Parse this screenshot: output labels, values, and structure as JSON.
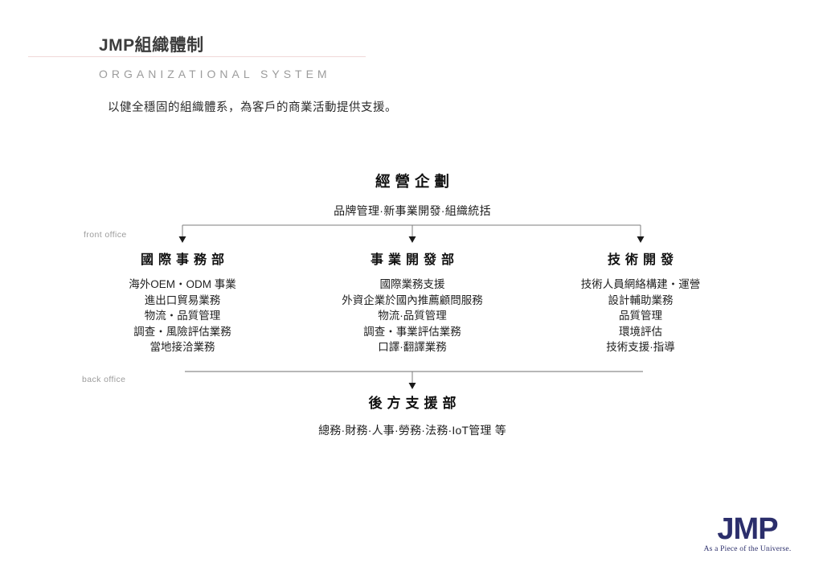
{
  "page": {
    "title": "JMP組織體制",
    "subtitle": "ORGANIZATIONAL SYSTEM",
    "description": "以健全穩固的組織體系，為客戶的商業活動提供支援。"
  },
  "org": {
    "root": {
      "title": "經營企劃",
      "subtitle": "品牌管理·新事業開發·組織統括"
    },
    "front_office_label": "front office",
    "back_office_label": "back office",
    "departments": [
      {
        "title": "國際事務部",
        "items": [
          "海外OEM・ODM 事業",
          "進出口貿易業務",
          "物流・品質管理",
          "調查・風險評估業務",
          "當地接洽業務"
        ]
      },
      {
        "title": "事業開發部",
        "items": [
          "國際業務支援",
          "外資企業於國內推薦顧問服務",
          "物流·品質管理",
          "調查・事業評估業務",
          "口譯·翻譯業務"
        ]
      },
      {
        "title": "技術開發",
        "items": [
          "技術人員網絡構建・運營",
          "設計輔助業務",
          "品質管理",
          "環境評估",
          "技術支援·指導"
        ]
      }
    ],
    "back_department": {
      "title": "後方支援部",
      "subtitle": "總務·財務·人事·勞務·法務·IoT管理 等"
    }
  },
  "logo": {
    "text": "JMP",
    "tagline": "As a Piece of the Universe."
  },
  "colors": {
    "accent_underline": "#f0d8d8",
    "connector_line": "#7d7d7d",
    "arrowhead": "#1a1a1a",
    "logo_navy": "#2b2e6b",
    "muted_gray": "#9c9c9c"
  }
}
